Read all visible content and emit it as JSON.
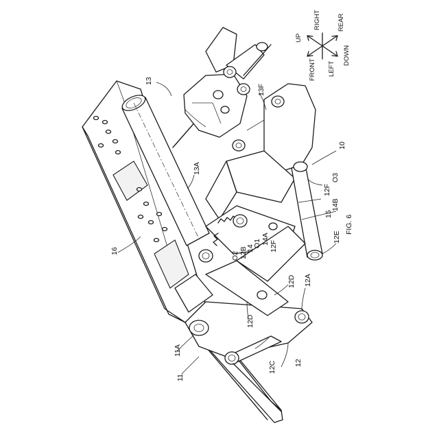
{
  "figure": {
    "caption": "FIG. 6",
    "labels": {
      "l11": "11",
      "l11A": "11A",
      "l12": "12",
      "l12A": "12A",
      "l12B": "12B",
      "l12C": "12C",
      "l12D_upper": "12D",
      "l12D_lower": "12D",
      "l12E": "12E",
      "l12F_left": "12F",
      "l12F_right": "12F",
      "l13": "13",
      "l13A": "13A",
      "l13F": "13F",
      "l14": "14",
      "l14A": "14A",
      "l14B": "14B",
      "l15": "15",
      "l16": "16",
      "l10": "10",
      "lO1": "O1",
      "lO2": "O2",
      "lO3": "O3"
    },
    "directions": {
      "up": "UP",
      "right": "RIGHT",
      "rear": "REAR",
      "front": "FRONT",
      "left": "LEFT",
      "down": "DOWN"
    }
  }
}
